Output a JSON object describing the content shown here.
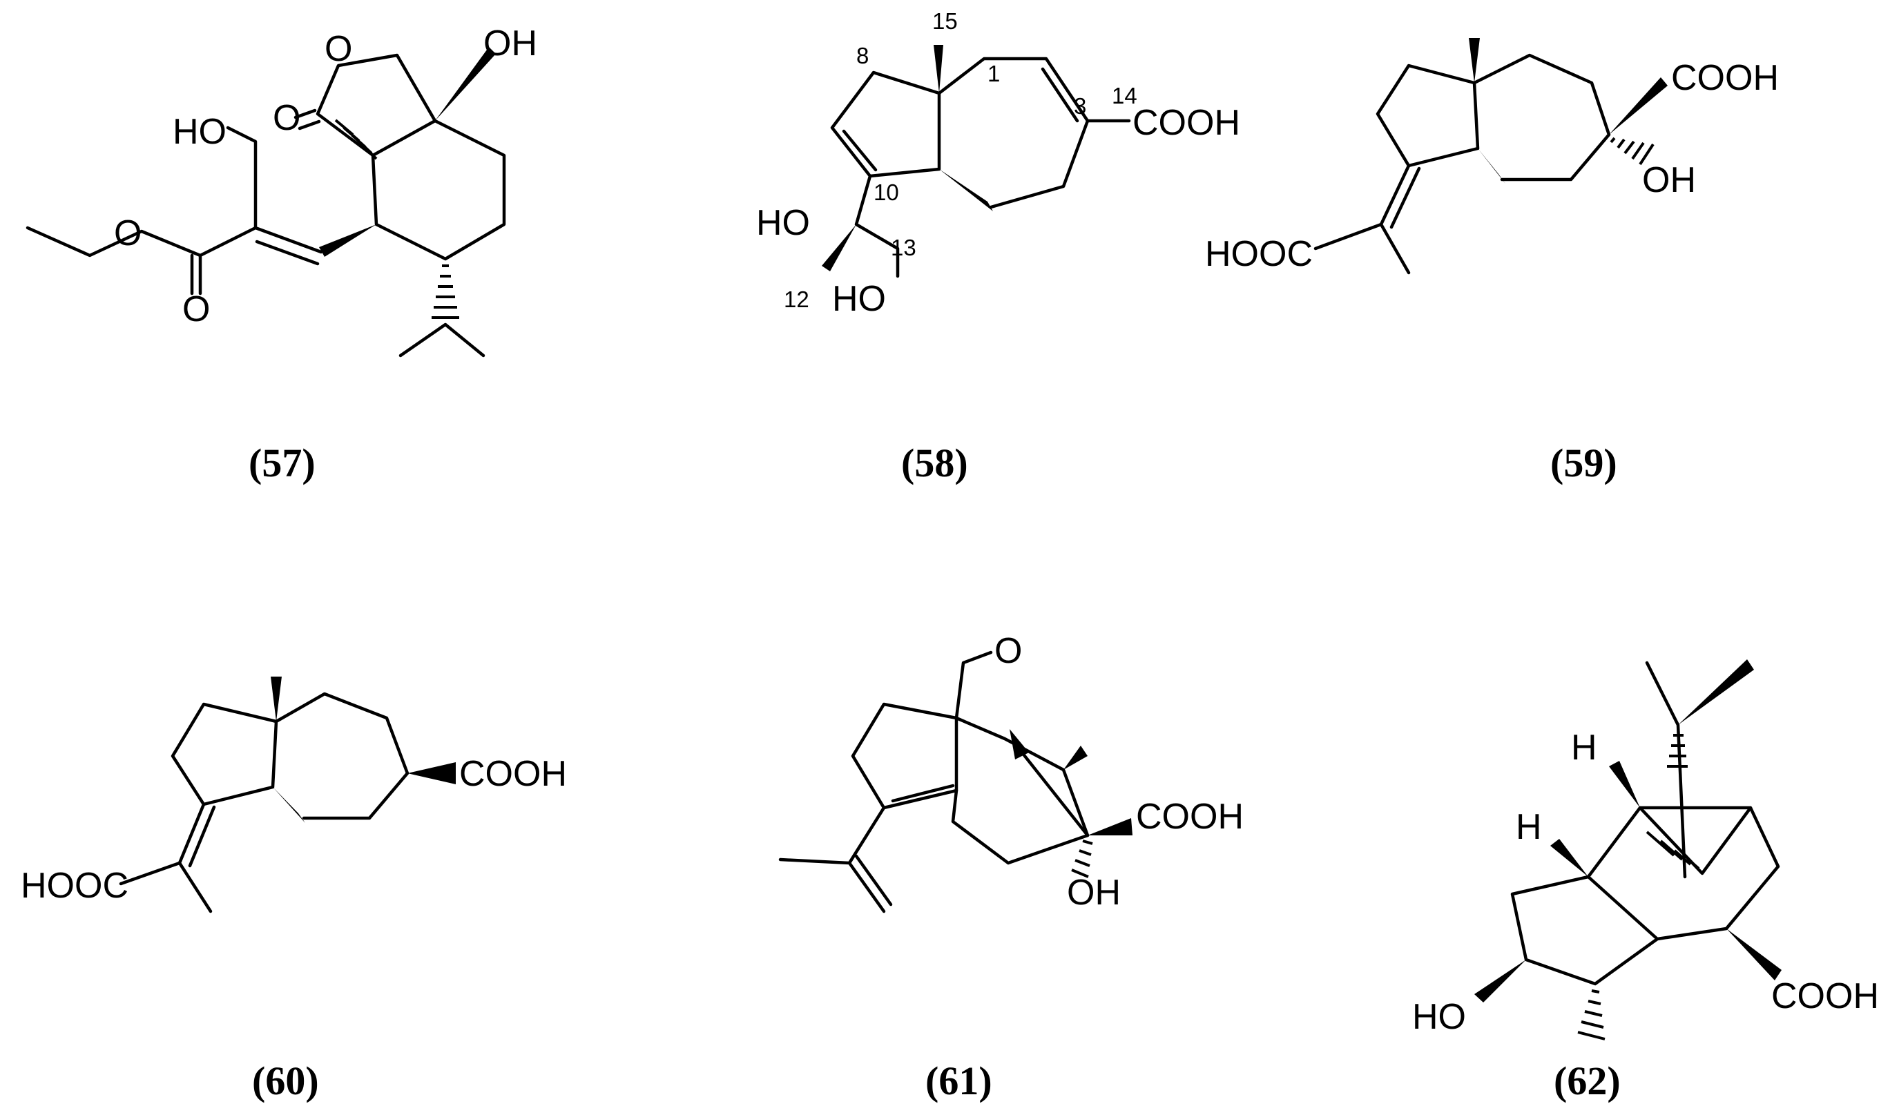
{
  "compounds": [
    {
      "id": "57",
      "caption": "(57)",
      "labels": {
        "lactone_ring_o": "O",
        "carbonyl_o": "O",
        "hydroxyl": "OH",
        "hydroxymethyl": "HO",
        "ester_o": "O",
        "ester_carbonyl_o": "O"
      }
    },
    {
      "id": "58",
      "caption": "(58)",
      "labels": {
        "carboxyl": "COOH",
        "hydroxyl_c11": "HO",
        "hydroxyl_c13": "HO"
      },
      "numbering": {
        "c8": "8",
        "c15": "15",
        "c1": "1",
        "c3": "3",
        "c14": "14",
        "c10": "10",
        "c13": "13",
        "c12": "12"
      }
    },
    {
      "id": "59",
      "caption": "(59)",
      "labels": {
        "carboxyl_ring": "COOH",
        "hydroxyl": "OH",
        "carboxyl_side": "HOOC"
      }
    },
    {
      "id": "60",
      "caption": "(60)",
      "labels": {
        "carboxyl_ring": "COOH",
        "carboxyl_side": "HOOC"
      }
    },
    {
      "id": "61",
      "caption": "(61)",
      "labels": {
        "ether_o": "O",
        "carboxyl": "COOH",
        "hydroxyl": "OH"
      }
    },
    {
      "id": "62",
      "caption": "(62)",
      "labels": {
        "hydrogen_top": "H",
        "hydrogen_left": "H",
        "hydroxyl": "HO",
        "carboxyl": "COOH"
      }
    }
  ],
  "colors": {
    "ink": "#000000",
    "background": "#ffffff"
  }
}
